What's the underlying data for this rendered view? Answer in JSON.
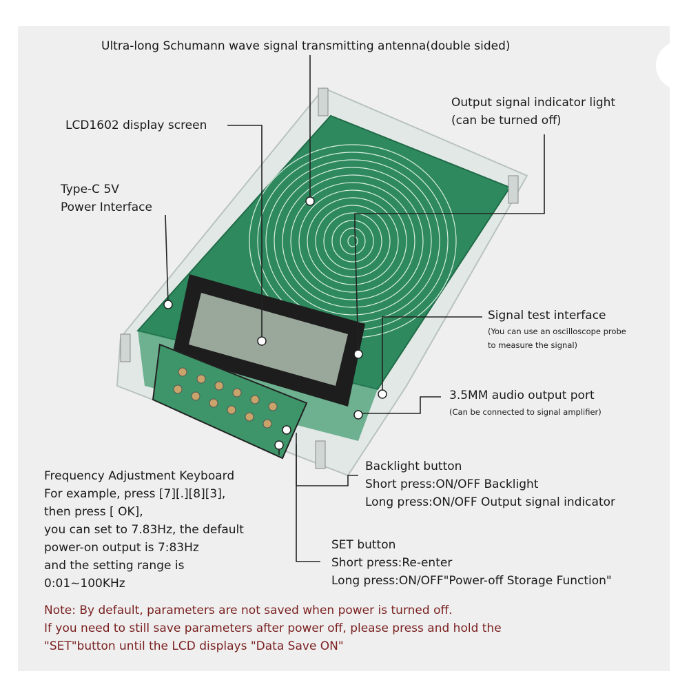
{
  "labels": {
    "antenna": "Ultra-long Schumann wave signal transmitting antenna(double sided)",
    "indicator": [
      "Output signal indicator light",
      "(can be turned off)"
    ],
    "lcd": "LCD1602 display screen",
    "power": [
      "Type-C 5V",
      "Power Interface"
    ],
    "signal_test": [
      "Signal test interface",
      "(You can use an oscilloscope probe",
      "to measure the signal)"
    ],
    "audio": [
      "3.5MM audio output port",
      "(Can be connected to signal amplifier)"
    ],
    "backlight": [
      "Backlight button",
      "Short press:ON/OFF Backlight",
      "Long press:ON/OFF Output signal indicator"
    ],
    "keyboard": [
      "Frequency Adjustment Keyboard",
      "For example, press [7][.][8][3],",
      "then press [ OK],",
      "you can set to 7.83Hz, the default",
      "power-on output is 7:83Hz",
      "and the setting range is",
      "0:01~100KHz"
    ],
    "set": [
      "SET button",
      "Short press:Re-enter",
      "Long press:ON/OFF\"Power-off Storage Function\""
    ]
  },
  "note": [
    "Note: By default, parameters are not saved when power is turned off.",
    "If you need to still save parameters after power off, please press and hold the",
    "\"SET\"button until the LCD displays \"Data Save ON\""
  ],
  "colors": {
    "pcb": "#2e8a5e",
    "note": "#7a1f1f",
    "background": "#efefef"
  }
}
